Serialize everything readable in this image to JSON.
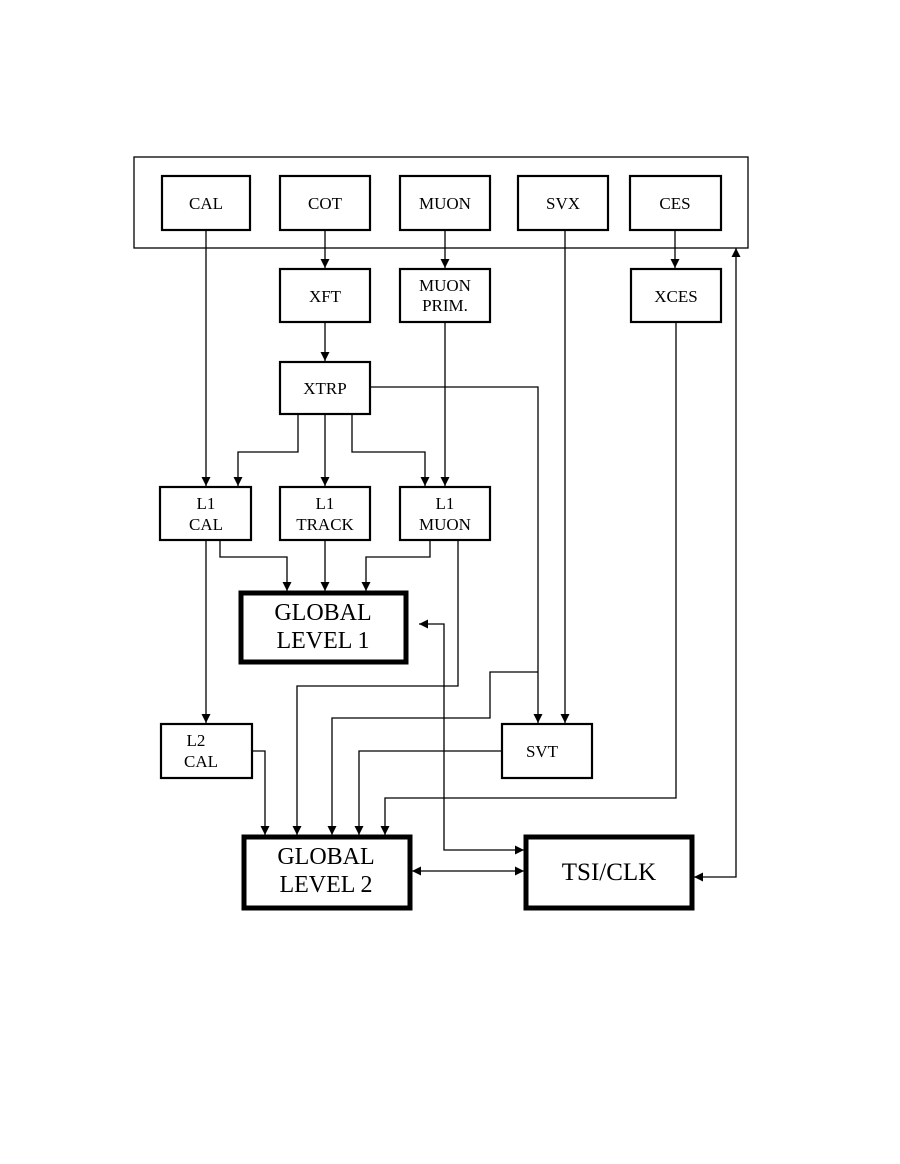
{
  "diagram": {
    "detectors": {
      "cal": "CAL",
      "cot": "COT",
      "muon": "MUON",
      "svx": "SVX",
      "ces": "CES"
    },
    "xft": "XFT",
    "muon_prim": {
      "line1": "MUON",
      "line2": "PRIM."
    },
    "xces": "XCES",
    "xtrp": "XTRP",
    "l1_cal": {
      "line1": "L1",
      "line2": "CAL"
    },
    "l1_track": {
      "line1": "L1",
      "line2": "TRACK"
    },
    "l1_muon": {
      "line1": "L1",
      "line2": "MUON"
    },
    "global_level_1": {
      "line1": "GLOBAL",
      "line2": "LEVEL 1"
    },
    "l2_cal": {
      "line1": "L2",
      "line2": "CAL"
    },
    "svt": "SVT",
    "global_level_2": {
      "line1": "GLOBAL",
      "line2": "LEVEL 2"
    },
    "tsi_clk": "TSI/CLK"
  }
}
